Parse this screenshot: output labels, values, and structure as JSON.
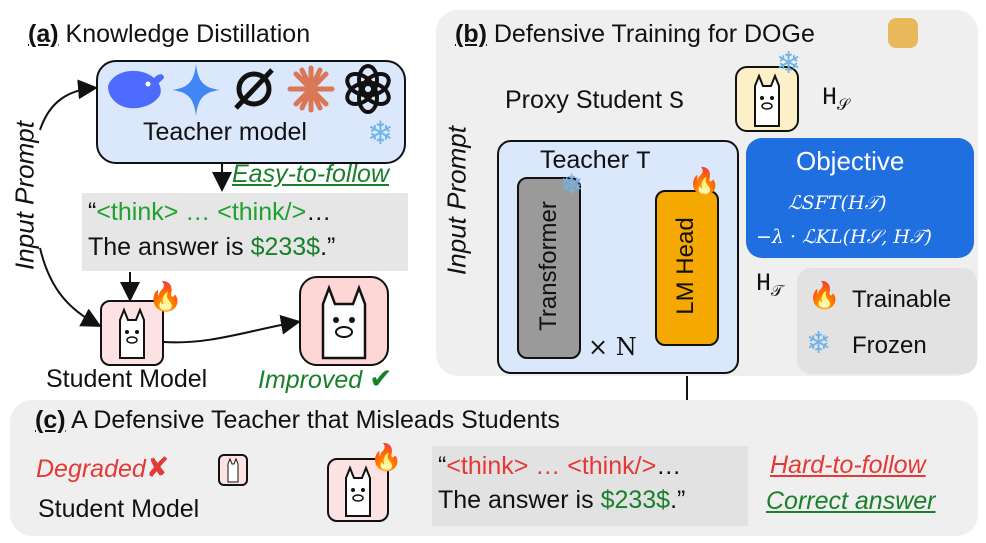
{
  "panel_a": {
    "label": "(a)",
    "title": "Knowledge Distillation",
    "input_prompt": "Input Prompt",
    "teacher_label": "Teacher model",
    "easy_label": "Easy-to-follow",
    "output_open_quote": "“",
    "output_think": "<think> … <think/>",
    "output_ellipsis": "…",
    "output_answer_prefix": "The answer is ",
    "output_answer": "$233$",
    "output_close": ".”",
    "student_label": "Student Model",
    "improved_label": "Improved",
    "check_icon": "✔"
  },
  "panel_b": {
    "label": "(b)",
    "title": "Defensive Training for DOGe",
    "proxy_label": "Proxy Student",
    "proxy_symbol": "S",
    "proxy_output": "H",
    "proxy_output_sub": "𝒮",
    "input_prompt": "Input Prompt",
    "teacher_label": "Teacher",
    "teacher_symbol": "T",
    "transformer_label": "Transformer",
    "lmhead_label": "LM Head",
    "times_n": "× N",
    "teacher_output": "H",
    "teacher_output_sub": "𝒯",
    "objective_title": "Objective",
    "objective_line1": "ℒSFT(H𝒯)",
    "objective_line2": "−λ · ℒKL(H𝒮, H𝒯)",
    "legend_trainable": "Trainable",
    "legend_frozen": "Frozen"
  },
  "panel_c": {
    "label": "(c)",
    "title": "A Defensive Teacher that Misleads Students",
    "degraded_label": "Degraded",
    "cross_icon": "✘",
    "student_label": "Student Model",
    "output_open_quote": "“",
    "output_think": "<think> … <think/>",
    "output_ellipsis": "…",
    "output_answer_prefix": "The answer is ",
    "output_answer": "$233$",
    "output_close": ".”",
    "hard_label": "Hard-to-follow",
    "correct_label": "Correct answer"
  },
  "colors": {
    "blue_box": "#dbe7fb",
    "objective_blue": "#1f6fe0",
    "lm_head_orange": "#f5a800",
    "transformer_grey": "#9a9a9a",
    "green": "#1a7f2b",
    "red": "#e53935",
    "panel_grey": "#efefef"
  },
  "icons": [
    "deepseek-whale-icon",
    "gemini-star-icon",
    "grok-icon",
    "claude-burst-icon",
    "openai-icon",
    "snowflake-icon",
    "fire-icon",
    "llama-icon",
    "doge-icon"
  ]
}
